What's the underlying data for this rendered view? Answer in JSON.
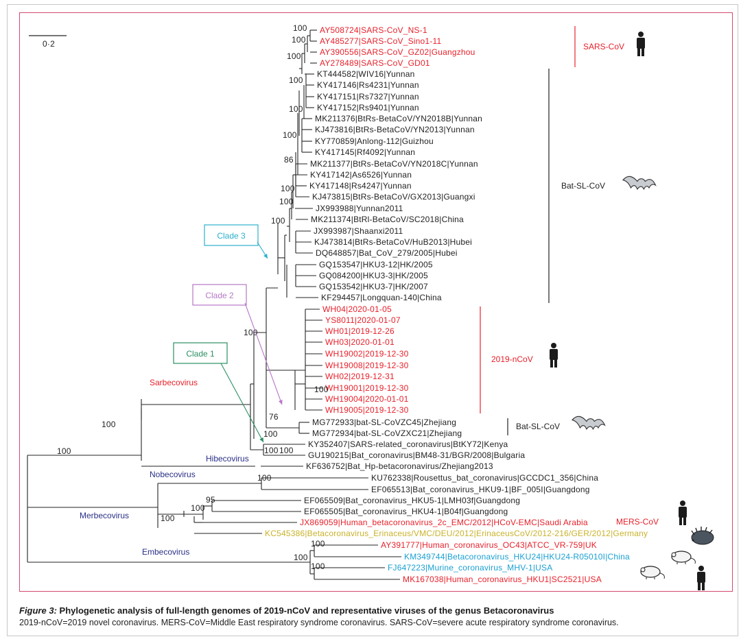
{
  "colors": {
    "black": "#222222",
    "red": "#e8202a",
    "navy": "#2a2f86",
    "yellow": "#c9b22a",
    "cyan": "#1aa0d2",
    "green": "#2a8f62",
    "purple": "#b678c6",
    "clade3": "#2bb0cc",
    "frame": "#d2496e",
    "genus_red": "#e8202a"
  },
  "scale_label": "0·2",
  "leaves": [
    {
      "label": "AY508724|SARS-CoV_NS-1",
      "color": "red"
    },
    {
      "label": "AY485277|SARS-CoV_Sino1-11",
      "color": "red"
    },
    {
      "label": "AY390556|SARS-CoV_GZ02|Guangzhou",
      "color": "red"
    },
    {
      "label": "AY278489|SARS-CoV_GD01",
      "color": "red"
    },
    {
      "label": "KT444582|WIV16|Yunnan",
      "color": "black"
    },
    {
      "label": "KY417146|Rs4231|Yunnan",
      "color": "black"
    },
    {
      "label": "KY417151|Rs7327|Yunnan",
      "color": "black"
    },
    {
      "label": "KY417152|Rs9401|Yunnan",
      "color": "black"
    },
    {
      "label": "MK211376|BtRs-BetaCoV/YN2018B|Yunnan",
      "color": "black"
    },
    {
      "label": "KJ473816|BtRs-BetaCoV/YN2013|Yunnan",
      "color": "black"
    },
    {
      "label": "KY770859|Anlong-112|Guizhou",
      "color": "black"
    },
    {
      "label": "KY417145|Rf4092|Yunnan",
      "color": "black"
    },
    {
      "label": "MK211377|BtRs-BetaCoV/YN2018C|Yunnan",
      "color": "black"
    },
    {
      "label": "KY417142|As6526|Yunnan",
      "color": "black"
    },
    {
      "label": "KY417148|Rs4247|Yunnan",
      "color": "black"
    },
    {
      "label": "KJ473815|BtRs-BetaCoV/GX2013|Guangxi",
      "color": "black"
    },
    {
      "label": "JX993988|Yunnan2011",
      "color": "black"
    },
    {
      "label": "MK211374|BtRl-BetaCoV/SC2018|China",
      "color": "black"
    },
    {
      "label": "JX993987|Shaanxi2011",
      "color": "black"
    },
    {
      "label": "KJ473814|BtRs-BetaCoV/HuB2013|Hubei",
      "color": "black"
    },
    {
      "label": "DQ648857|Bat_CoV_279/2005|Hubei",
      "color": "black"
    },
    {
      "label": "GQ153547|HKU3-12|HK/2005",
      "color": "black"
    },
    {
      "label": "GQ084200|HKU3-3|HK/2005",
      "color": "black"
    },
    {
      "label": "GQ153542|HKU3-7|HK/2007",
      "color": "black"
    },
    {
      "label": "KF294457|Longquan-140|China",
      "color": "black"
    },
    {
      "label": "WH04|2020-01-05",
      "color": "red"
    },
    {
      "label": "YS8011|2020-01-07",
      "color": "red"
    },
    {
      "label": "WH01|2019-12-26",
      "color": "red"
    },
    {
      "label": "WH03|2020-01-01",
      "color": "red"
    },
    {
      "label": "WH19002|2019-12-30",
      "color": "red"
    },
    {
      "label": "WH19008|2019-12-30",
      "color": "red"
    },
    {
      "label": "WH02|2019-12-31",
      "color": "red"
    },
    {
      "label": "WH19001|2019-12-30",
      "color": "red"
    },
    {
      "label": "WH19004|2020-01-01",
      "color": "red"
    },
    {
      "label": "WH19005|2019-12-30",
      "color": "red"
    },
    {
      "label": "MG772933|bat-SL-CoVZC45|Zhejiang",
      "color": "black"
    },
    {
      "label": "MG772934|bat-SL-CoVZXC21|Zhejiang",
      "color": "black"
    },
    {
      "label": "KY352407|SARS-related_coronavirus|BtKY72|Kenya",
      "color": "black"
    },
    {
      "label": "GU190215|Bat_coronavirus|BM48-31/BGR/2008|Bulgaria",
      "color": "black"
    },
    {
      "label": "KF636752|Bat_Hp-betacoronavirus/Zhejiang2013",
      "color": "black"
    },
    {
      "label": "KU762338|Rousettus_bat_coronavirus|GCCDC1_356|China",
      "color": "black"
    },
    {
      "label": "EF065513|Bat_coronavirus_HKU9-1|BF_005I|Guangdong",
      "color": "black"
    },
    {
      "label": "EF065509|Bat_coronavirus_HKU5-1|LMH03f|Guangdong",
      "color": "black"
    },
    {
      "label": "EF065505|Bat_coronavirus_HKU4-1|B04f|Guangdong",
      "color": "black"
    },
    {
      "label": "JX869059|Human_betacoronavirus_2c_EMC/2012|HCoV-EMC|Saudi Arabia",
      "color": "red"
    },
    {
      "label": "KC545386|Betacoronavirus_Erinaceus/VMC/DEU/2012|ErinaceusCoV/2012-216/GER/2012|Germany",
      "color": "yellow"
    },
    {
      "label": "AY391777|Human_coronavirus_OC43|ATCC_VR-759|UK",
      "color": "red"
    },
    {
      "label": "KM349744|Betacoronavirus_HKU24|HKU24-R05010I|China",
      "color": "cyan"
    },
    {
      "label": "FJ647223|Murine_coronavirus_MHV-1|USA",
      "color": "cyan"
    },
    {
      "label": "MK167038|Human_coronavirus_HKU1|SC2521|USA",
      "color": "red"
    }
  ],
  "bootstraps": [
    "100",
    "100",
    "100",
    "100",
    "100",
    "100",
    "86",
    "100",
    "100",
    "100",
    "100",
    "100",
    "76",
    "100",
    "100",
    "100",
    "100",
    "100",
    "95",
    "100",
    "100",
    "100",
    "100"
  ],
  "genera": [
    {
      "label": "Sarbecovirus",
      "color": "genus_red"
    },
    {
      "label": "Hibecovirus",
      "color": "navy"
    },
    {
      "label": "Nobecovirus",
      "color": "navy"
    },
    {
      "label": "Merbecovirus",
      "color": "navy"
    },
    {
      "label": "Embecovirus",
      "color": "navy"
    }
  ],
  "clade_boxes": [
    {
      "label": "Clade 3",
      "color": "clade3"
    },
    {
      "label": "Clade 2",
      "color": "purple"
    },
    {
      "label": "Clade 1",
      "color": "green"
    }
  ],
  "groups": [
    {
      "label": "SARS-CoV",
      "color": "red"
    },
    {
      "label": "Bat-SL-CoV",
      "color": "black"
    },
    {
      "label": "2019-nCoV",
      "color": "red"
    },
    {
      "label": "Bat-SL-CoV",
      "color": "black"
    },
    {
      "label": "MERS-CoV",
      "color": "red"
    }
  ],
  "icons": [
    "human-icon",
    "bat-icon",
    "human-icon",
    "bat-icon",
    "human-icon",
    "hedgehog-icon",
    "mouse-icon",
    "rat-icon",
    "human-icon"
  ],
  "caption": {
    "figure_label": "Figure 3:",
    "title": " Phylogenetic analysis of full-length genomes of 2019-nCoV and representative viruses of the genus Betacoronavirus",
    "note": "2019-nCoV=2019 novel coronavirus. MERS-CoV=Middle East respiratory syndrome coronavirus. SARS-CoV=severe acute respiratory syndrome coronavirus."
  }
}
